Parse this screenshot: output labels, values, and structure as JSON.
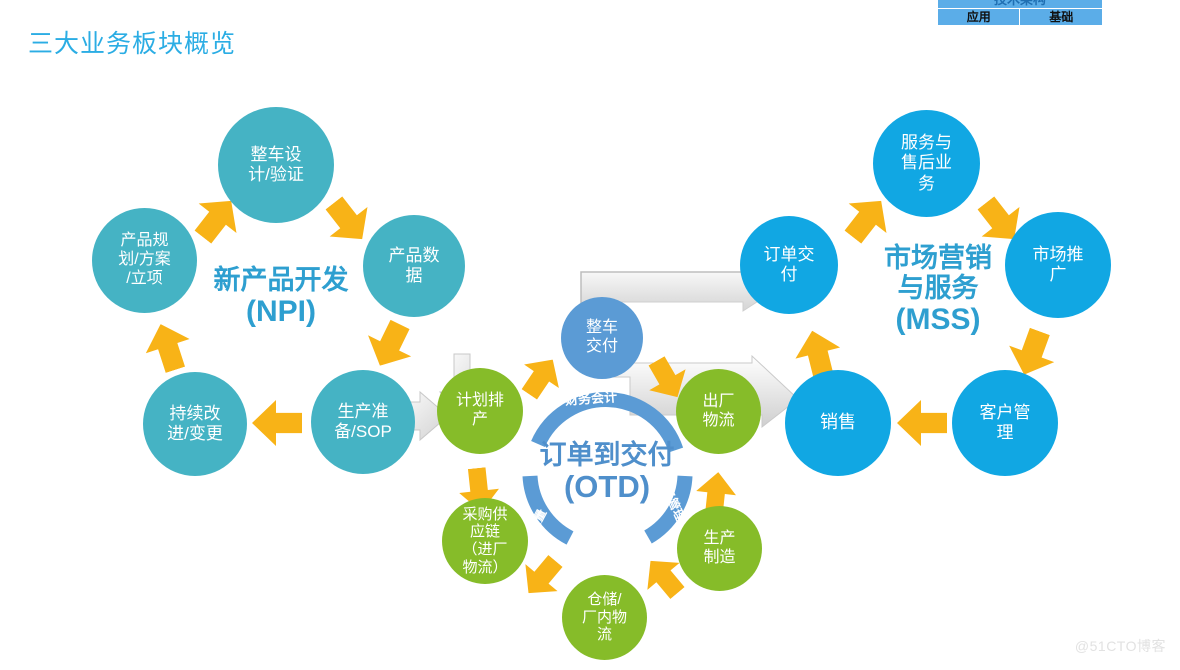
{
  "page": {
    "title": "三大业务板块概览",
    "watermark": "@51CTO博客",
    "background": "#FFFFFF",
    "title_color": "#2BADE4"
  },
  "tech_table": {
    "header": "技术架构",
    "cells": [
      "应用",
      "基础"
    ],
    "header_color": "#1F6FB2",
    "fill_color": "#5BADE8"
  },
  "colors": {
    "teal": "#45B3C4",
    "mss_blue": "#11A7E3",
    "otd_green": "#86BC29",
    "otd_center_blue": "#5B9BD5",
    "arrow_yellow": "#F8B317",
    "caption_blue": "#2E9FD0",
    "ring_blue": "#5B9BD5",
    "connector_grey": "#D9D9D9"
  },
  "clusters": [
    {
      "id": "npi",
      "caption_line1": "新产品开发",
      "caption_line2": "(NPI)",
      "color": "#45B3C4",
      "nodes": [
        {
          "label": "整车设\n计/验证",
          "lines": [
            "整车设",
            "计/验证"
          ]
        },
        {
          "label": "产品数据",
          "lines": [
            "产品数",
            "据"
          ]
        },
        {
          "label": "生产准备/SOP",
          "lines": [
            "生产准",
            "备/SOP"
          ]
        },
        {
          "label": "持续改进/变更",
          "lines": [
            "持续改",
            "进/变更"
          ]
        },
        {
          "label": "产品规划/方案/立项",
          "lines": [
            "产品规",
            "划/方案",
            "/立项"
          ]
        }
      ]
    },
    {
      "id": "mss",
      "caption_line1": "市场营销",
      "caption_line2": "与服务",
      "caption_line3": "(MSS)",
      "color": "#11A7E3",
      "nodes": [
        {
          "label": "服务与售后业务",
          "lines": [
            "服务与",
            "售后业",
            "务"
          ]
        },
        {
          "label": "市场推广",
          "lines": [
            "市场推",
            "广"
          ]
        },
        {
          "label": "客户管理",
          "lines": [
            "客户管",
            "理"
          ]
        },
        {
          "label": "销售",
          "lines": [
            "销售"
          ]
        },
        {
          "label": "订单交付",
          "lines": [
            "订单交",
            "付"
          ]
        }
      ]
    },
    {
      "id": "otd",
      "caption_line1": "订单到交付",
      "caption_line2": "(OTD)",
      "color": "#86BC29",
      "nodes": [
        {
          "label": "整车交付",
          "lines": [
            "整车",
            "交付"
          ]
        },
        {
          "label": "出厂物流",
          "lines": [
            "出厂",
            "物流"
          ]
        },
        {
          "label": "生产制造",
          "lines": [
            "生产",
            "制造"
          ]
        },
        {
          "label": "仓储/厂内物流",
          "lines": [
            "仓储/",
            "厂内物",
            "流"
          ]
        },
        {
          "label": "采购供应链（进厂物流）",
          "lines": [
            "采购供",
            "应链",
            "（进厂",
            "物流）"
          ]
        },
        {
          "label": "计划排产",
          "lines": [
            "计划排",
            "产"
          ]
        }
      ],
      "ring_labels": [
        "财务会计",
        "法务管理",
        "质量"
      ]
    }
  ]
}
